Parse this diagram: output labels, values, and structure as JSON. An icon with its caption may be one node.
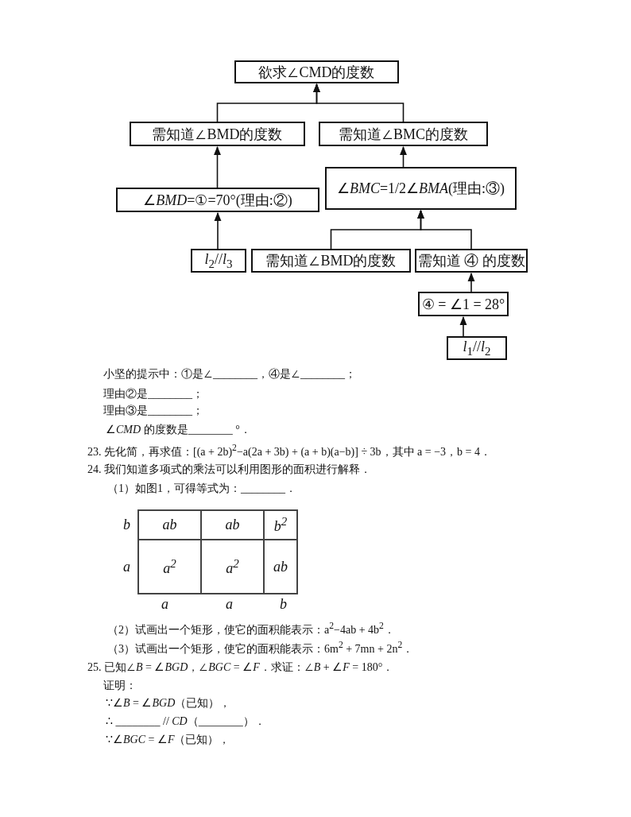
{
  "diagram": {
    "nodes": [
      {
        "text": [
          "欲求∠CMD的度数"
        ]
      },
      {
        "text": [
          "需知道∠BMD的度数"
        ]
      },
      {
        "text": [
          "需知道∠BMC的度数"
        ]
      },
      {
        "text": [
          "∠*BMD*=①=70°(理由:②)"
        ]
      },
      {
        "text": [
          "∠*BMC*=1/2∠*BMA*(理由:③)"
        ]
      },
      {
        "text": [
          "*l*$_{2}$//*l*$_{3}$"
        ]
      },
      {
        "text": [
          "需知道∠BMD的度数"
        ]
      },
      {
        "text": [
          "需知道 ④ 的度数"
        ]
      },
      {
        "text": [
          "④ = ∠1 = 28°"
        ]
      },
      {
        "text": [
          "*l*$_{1}$//*l*$_{2}$"
        ]
      }
    ],
    "edges": [
      {
        "from": 1,
        "to": 0,
        "arrow": "to"
      },
      {
        "from": 2,
        "to": 0,
        "arrow": "to"
      },
      {
        "from": 3,
        "to": 1,
        "arrow": "to"
      },
      {
        "from": 4,
        "to": 2,
        "arrow": "to"
      },
      {
        "from": 5,
        "to": 3,
        "arrow": "to"
      },
      {
        "from": 6,
        "to": 4,
        "arrow": "to"
      },
      {
        "from": 7,
        "to": 4,
        "arrow": "to"
      },
      {
        "from": 8,
        "to": 7,
        "arrow": "to"
      },
      {
        "from": 9,
        "to": 8,
        "arrow": "to"
      }
    ],
    "labels": [
      "小坚的提示中：①是∠________，④是∠________；",
      "理由②是________；",
      "理由③是________；",
      "∠*CMD* 的度数是________ °．",
      "23. 先化简，再求值：[(a + 2b)$^{2}$−a(2a + 3b) + (a + b)(a−b)] ÷ 3b，其中 a = −3，b = 4．",
      "24. 我们知道多项式的乘法可以利用图形的面积进行解释．",
      "（1）如图1，可得等式为：________．",
      "*b*",
      "*ab*",
      "*ab*",
      "*b*$^{2}$",
      "*a*",
      "*a*$^{2}$",
      "*a*$^{2}$",
      "*ab*",
      "*a*",
      "*a*",
      "*b*",
      "（2）试画出一个矩形，使它的面积能表示：a$^{2}$−4ab + 4b$^{2}$．",
      "（3）试画出一个矩形，使它的面积能表示：6m$^{2}$ + 7mn + 2n$^{2}$．",
      "25. 已知∠*B* = ∠*BGD*，∠*BGC* = ∠*F*．求证：∠*B* + ∠*F* = 180°．",
      "证明：",
      "∵∠*B* = ∠*BGD*（已知），",
      "∴ ________ // *CD*（________）．",
      "∵∠*BGC* = ∠*F*（已知），"
    ]
  }
}
